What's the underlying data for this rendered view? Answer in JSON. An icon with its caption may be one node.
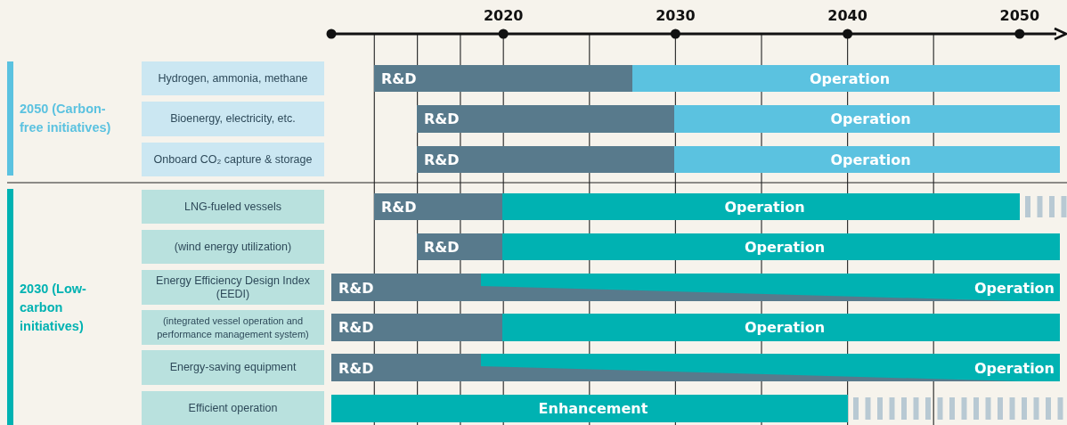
{
  "diagram": {
    "nodes": [
      {
        "text": [
          "2050 (Carbon-free initiatives)"
        ]
      },
      {
        "text": [
          "Hydrogen, ammonia, methane"
        ]
      },
      {
        "text": [
          "R&D"
        ]
      },
      {
        "text": [
          "Operation"
        ]
      },
      {
        "text": [
          "Bioenergy, electricity, etc."
        ]
      },
      {
        "text": [
          "R&D"
        ]
      },
      {
        "text": [
          "Operation"
        ]
      },
      {
        "text": [
          "Onboard CO₂ capture & storage"
        ]
      },
      {
        "text": [
          "R&D"
        ]
      },
      {
        "text": [
          "Operation"
        ]
      },
      {
        "text": [
          "2030 (Low-carbon initiatives)"
        ]
      },
      {
        "text": [
          "LNG-fueled vessels"
        ]
      },
      {
        "text": [
          "R&D"
        ]
      },
      {
        "text": [
          "Operation"
        ]
      },
      {
        "text": [
          "(wind energy utilization)"
        ]
      },
      {
        "text": [
          "R&D"
        ]
      },
      {
        "text": [
          "Operation"
        ]
      },
      {
        "text": [
          "Energy Efficiency Design Index (EEDI)"
        ]
      },
      {
        "text": [
          "R&D",
          "Operation"
        ]
      },
      {
        "text": [
          "(integrated vessel operation and performance management system)"
        ]
      },
      {
        "text": [
          "R&D"
        ]
      },
      {
        "text": [
          "Operation"
        ]
      },
      {
        "text": [
          "Energy-saving equipment"
        ]
      },
      {
        "text": [
          "R&D",
          "Operation"
        ]
      },
      {
        "text": [
          "Efficient operation"
        ]
      },
      {
        "text": [
          "Enhancement"
        ]
      }
    ],
    "edges": [],
    "labels": [
      "2020",
      "2030",
      "2040",
      "2050"
    ]
  }
}
